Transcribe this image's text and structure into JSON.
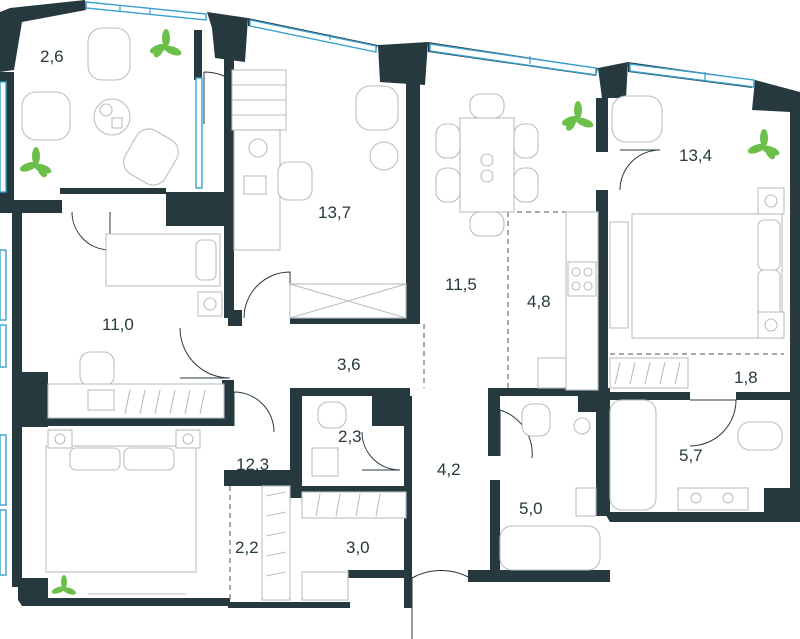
{
  "rooms": [
    {
      "id": "balcony",
      "area": "2,6"
    },
    {
      "id": "study",
      "area": "13,7"
    },
    {
      "id": "living-kitchen",
      "area": "11,5"
    },
    {
      "id": "kitchen",
      "area": "4,8"
    },
    {
      "id": "master-bedroom",
      "area": "13,4"
    },
    {
      "id": "bedroom-2",
      "area": "11,0"
    },
    {
      "id": "hall",
      "area": "3,6"
    },
    {
      "id": "wc-small",
      "area": "2,3"
    },
    {
      "id": "corridor",
      "area": "4,2"
    },
    {
      "id": "bedroom-3",
      "area": "12,3"
    },
    {
      "id": "wardrobe-1",
      "area": "2,2"
    },
    {
      "id": "wardrobe-2",
      "area": "3,0"
    },
    {
      "id": "bathroom",
      "area": "5,0"
    },
    {
      "id": "dressing",
      "area": "1,8"
    },
    {
      "id": "bathroom-2",
      "area": "5,7"
    }
  ],
  "colors": {
    "wall": "#26393f",
    "window": "#3aa0d0",
    "furniture": "#b8bec0",
    "plant": "#6cc04a"
  }
}
